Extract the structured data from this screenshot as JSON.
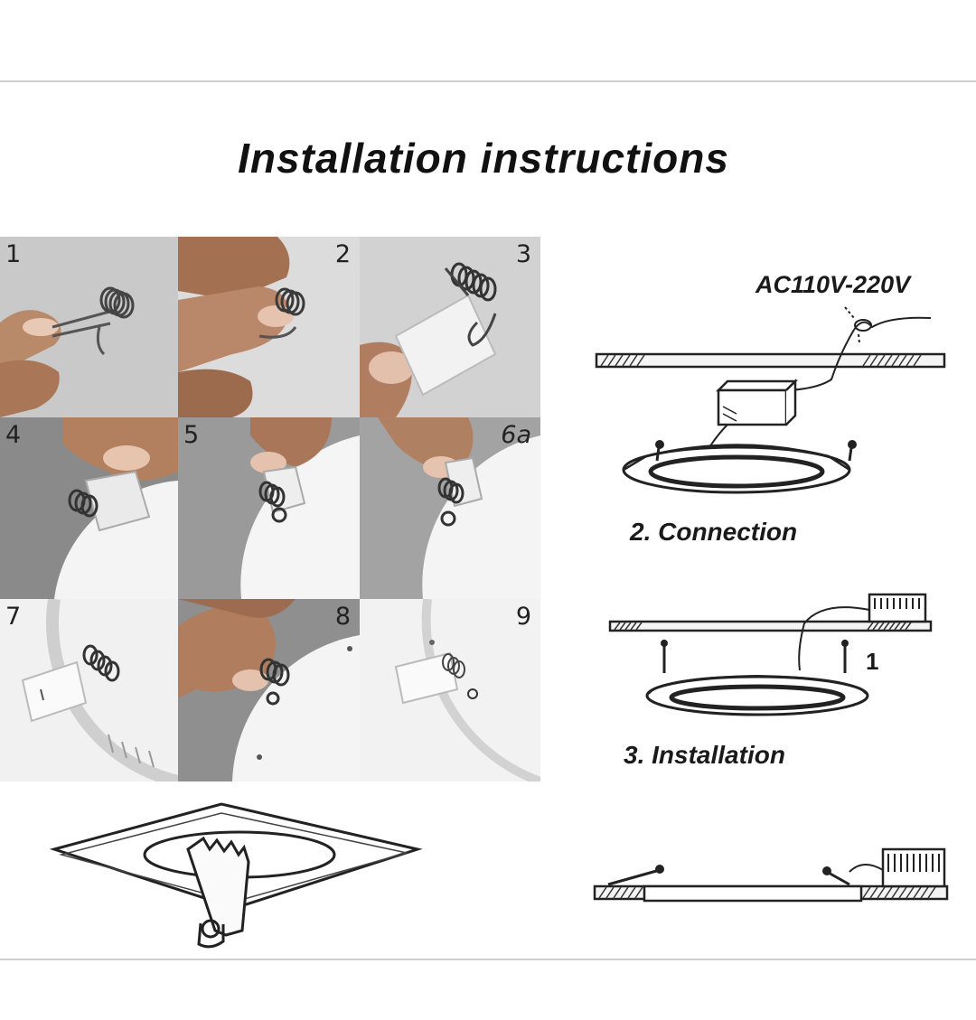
{
  "title": "Installation instructions",
  "steps": [
    {
      "label": "1"
    },
    {
      "label": "2"
    },
    {
      "label": "3"
    },
    {
      "label": "4"
    },
    {
      "label": "5"
    },
    {
      "label": "6a"
    },
    {
      "label": "7"
    },
    {
      "label": "8"
    },
    {
      "label": "9"
    }
  ],
  "diagram": {
    "voltage": "AC110V-220V",
    "connection_caption": "2. Connection",
    "installation_caption": "3. Installation",
    "arrow_number": "1"
  }
}
